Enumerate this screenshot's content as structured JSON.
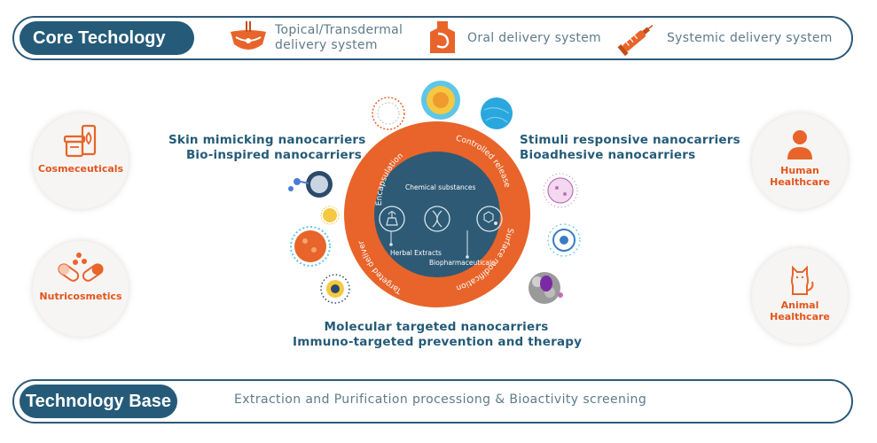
{
  "core": {
    "title": "Core Techology",
    "items": [
      {
        "icon": "skin-layers-icon",
        "label": "Topical/Transdermal delivery system"
      },
      {
        "icon": "stomach-torso-icon",
        "label": "Oral delivery system"
      },
      {
        "icon": "syringe-icon",
        "label": "Systemic delivery system"
      }
    ]
  },
  "base": {
    "title": "Technology Base",
    "text": "Extraction and Purification processiong & Bioactivity screening"
  },
  "left_apps": [
    {
      "icon": "cosmetic-products-icon",
      "label": "Cosmeceuticals"
    },
    {
      "icon": "pills-icon",
      "label": "Nutricosmetics"
    }
  ],
  "right_apps": [
    {
      "icon": "person-icon",
      "label": "Human Healthcare"
    },
    {
      "icon": "cat-icon",
      "label": "Animal Healthcare"
    }
  ],
  "captions": {
    "left": [
      "Skin mimicking nanocarriers",
      "Bio-inspired nanocarriers"
    ],
    "right": [
      "Stimuli responsive nanocarriers",
      "Bioadhesive nanocarriers"
    ],
    "bottom": [
      "Molecular targeted nanocarriers",
      "Immuno-targeted prevention and therapy"
    ]
  },
  "ring": {
    "segments": [
      "Encapsulation",
      "Controlled release",
      "Surface modification",
      "Targeted delivery"
    ],
    "center": [
      "Chemical substances",
      "Herbal Extracts",
      "Biopharmaceuticals"
    ]
  },
  "colors": {
    "accent": "#e8642a",
    "navy": "#255b78",
    "core_circle": "#2e5a75",
    "text_gray": "#5f7b8a"
  }
}
